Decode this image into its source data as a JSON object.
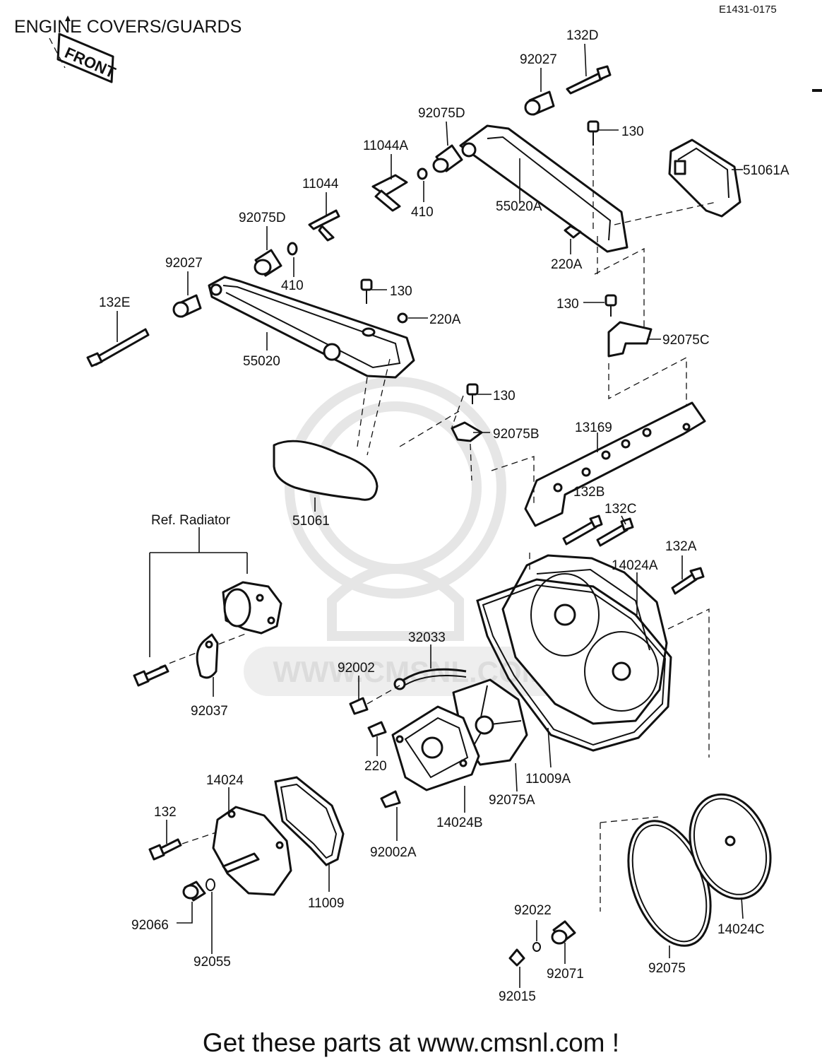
{
  "title": "ENGINE COVERS/GUARDS",
  "drawing_code": "E1431-0175",
  "front_marker": "FRONT",
  "ref_label": "Ref. Radiator",
  "watermark": "WWW.CMSNL.COM",
  "footer": "Get these parts at www.cmsnl.com !",
  "accent_color": "#d61414",
  "parts": {
    "p132D": "132D",
    "p92027_top": "92027",
    "p92075D_top": "92075D",
    "p130_top": "130",
    "p11044A": "11044A",
    "p51061A": "51061A",
    "p11044": "11044",
    "p410_top": "410",
    "p55020A": "55020A",
    "p92075D_mid": "92075D",
    "p220A_top": "220A",
    "p92027_mid": "92027",
    "p410_mid": "410",
    "p130_mid": "130",
    "p132E": "132E",
    "p130_right": "130",
    "p220A_mid": "220A",
    "p92075C": "92075C",
    "p55020": "55020",
    "p130_low": "130",
    "p92075B": "92075B",
    "p13169": "13169",
    "p132B": "132B",
    "p132C": "132C",
    "p51061": "51061",
    "p132A": "132A",
    "p14024A": "14024A",
    "p32033": "32033",
    "p92002": "92002",
    "p92037": "92037",
    "p220": "220",
    "p11009A": "11009A",
    "p92075A": "92075A",
    "p14024": "14024",
    "p132": "132",
    "p14024B": "14024B",
    "p92002A": "92002A",
    "p92066": "92066",
    "p11009": "11009",
    "p92022": "92022",
    "p92055": "92055",
    "p14024C": "14024C",
    "p92071": "92071",
    "p92075": "92075",
    "p92015": "92015"
  }
}
